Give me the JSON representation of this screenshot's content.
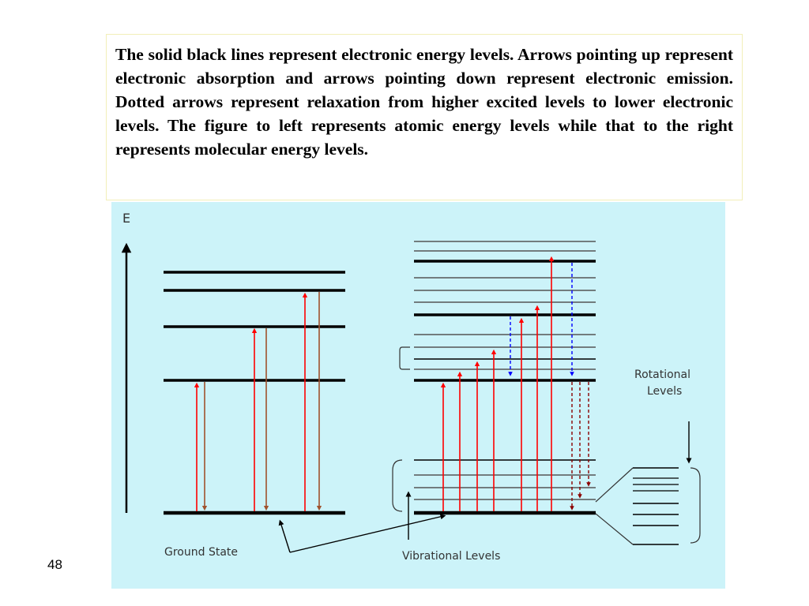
{
  "caption": "The solid black lines represent electronic energy levels. Arrows pointing up represent electronic absorption and arrows pointing down represent electronic emission. Dotted arrows represent relaxation from higher excited levels to lower electronic levels. The figure to left represents atomic energy levels while that to the right represents molecular energy levels.",
  "figure": {
    "axis_label": "E",
    "labels": {
      "ground_state": "Ground State",
      "vibrational_levels": "Vibrational Levels",
      "rotational_line1": "Rotational",
      "rotational_line2": "Levels"
    },
    "colors": {
      "background": "#ccf3f9",
      "absorption": "#ff0000",
      "emission": "#a0522d",
      "relaxation": "#0000ff",
      "dotted_emission": "#8b0000",
      "level_line": "#000000",
      "thin_line": "#555555"
    }
  },
  "slide_number": "48"
}
